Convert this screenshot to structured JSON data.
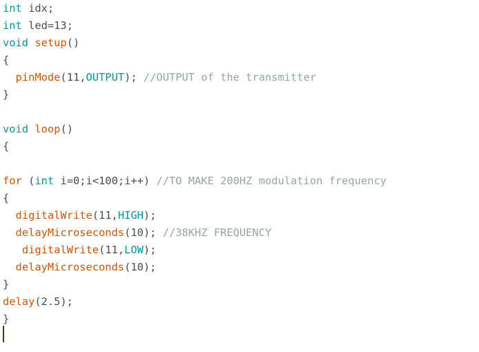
{
  "colors": {
    "keyword": "#00979c",
    "function": "#d35400",
    "constant": "#00979c",
    "comment": "#95a5a6",
    "text": "#434f54",
    "background": "#ffffff",
    "cursor": "#3a3f16"
  },
  "code_lines": [
    [
      {
        "t": "int",
        "c": "k"
      },
      {
        "t": " idx;",
        "c": "p"
      }
    ],
    [
      {
        "t": "int",
        "c": "k"
      },
      {
        "t": " led=13;",
        "c": "p"
      }
    ],
    [
      {
        "t": "void",
        "c": "k"
      },
      {
        "t": " ",
        "c": "p"
      },
      {
        "t": "setup",
        "c": "f"
      },
      {
        "t": "()",
        "c": "p"
      }
    ],
    [
      {
        "t": "{",
        "c": "p"
      }
    ],
    [
      {
        "t": "  ",
        "c": "p"
      },
      {
        "t": "pinMode",
        "c": "f"
      },
      {
        "t": "(11,",
        "c": "p"
      },
      {
        "t": "OUTPUT",
        "c": "c"
      },
      {
        "t": "); ",
        "c": "p"
      },
      {
        "t": "//OUTPUT of the transmitter",
        "c": "m"
      }
    ],
    [
      {
        "t": "}",
        "c": "p"
      }
    ],
    [],
    [
      {
        "t": "void",
        "c": "k"
      },
      {
        "t": " ",
        "c": "p"
      },
      {
        "t": "loop",
        "c": "f"
      },
      {
        "t": "()",
        "c": "p"
      }
    ],
    [
      {
        "t": "{",
        "c": "p"
      }
    ],
    [],
    [
      {
        "t": "for",
        "c": "f"
      },
      {
        "t": " (",
        "c": "p"
      },
      {
        "t": "int",
        "c": "k"
      },
      {
        "t": " i=0;i<100;i++) ",
        "c": "p"
      },
      {
        "t": "//TO MAKE 200HZ modulation frequency",
        "c": "m"
      }
    ],
    [
      {
        "t": "{",
        "c": "p"
      }
    ],
    [
      {
        "t": "  ",
        "c": "p"
      },
      {
        "t": "digitalWrite",
        "c": "f"
      },
      {
        "t": "(11,",
        "c": "p"
      },
      {
        "t": "HIGH",
        "c": "c"
      },
      {
        "t": ");",
        "c": "p"
      }
    ],
    [
      {
        "t": "  ",
        "c": "p"
      },
      {
        "t": "delayMicroseconds",
        "c": "f"
      },
      {
        "t": "(10); ",
        "c": "p"
      },
      {
        "t": "//38KHZ FREQUENCY",
        "c": "m"
      }
    ],
    [
      {
        "t": "   ",
        "c": "p"
      },
      {
        "t": "digitalWrite",
        "c": "f"
      },
      {
        "t": "(11,",
        "c": "p"
      },
      {
        "t": "LOW",
        "c": "c"
      },
      {
        "t": ");",
        "c": "p"
      }
    ],
    [
      {
        "t": "  ",
        "c": "p"
      },
      {
        "t": "delayMicroseconds",
        "c": "f"
      },
      {
        "t": "(10);",
        "c": "p"
      }
    ],
    [
      {
        "t": "}",
        "c": "p"
      }
    ],
    [
      {
        "t": "delay",
        "c": "f"
      },
      {
        "t": "(2.5);",
        "c": "p"
      }
    ],
    [
      {
        "t": "}",
        "c": "p"
      }
    ]
  ]
}
